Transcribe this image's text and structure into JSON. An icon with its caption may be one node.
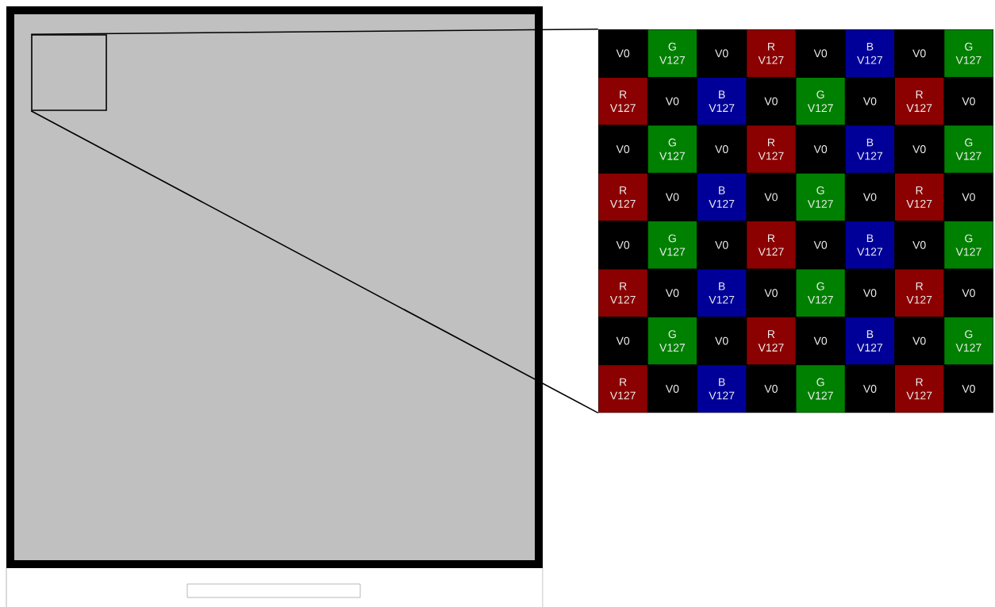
{
  "diagram": {
    "nodes": [
      {
        "text": [],
        "shape": "box"
      },
      {
        "text": [],
        "shape": "box",
        "in": 0
      },
      {
        "text": [],
        "shape": "box"
      },
      {
        "text": [
          "V0"
        ],
        "in": 2
      },
      {
        "text": [
          "G",
          "V127"
        ],
        "in": 2
      },
      {
        "text": [
          "V0"
        ],
        "in": 2
      },
      {
        "text": [
          "R",
          "V127"
        ],
        "in": 2
      },
      {
        "text": [
          "V0"
        ],
        "in": 2
      },
      {
        "text": [
          "B",
          "V127"
        ],
        "in": 2
      },
      {
        "text": [
          "V0"
        ],
        "in": 2
      },
      {
        "text": [
          "G",
          "V127"
        ],
        "in": 2
      },
      {
        "text": [
          "R",
          "V127"
        ],
        "in": 2
      },
      {
        "text": [
          "V0"
        ],
        "in": 2
      },
      {
        "text": [
          "B",
          "V127"
        ],
        "in": 2
      },
      {
        "text": [
          "V0"
        ],
        "in": 2
      },
      {
        "text": [
          "G",
          "V127"
        ],
        "in": 2
      },
      {
        "text": [
          "V0"
        ],
        "in": 2
      },
      {
        "text": [
          "R",
          "V127"
        ],
        "in": 2
      },
      {
        "text": [
          "V0"
        ],
        "in": 2
      },
      {
        "text": [
          "V0"
        ],
        "in": 2
      },
      {
        "text": [
          "G",
          "V127"
        ],
        "in": 2
      },
      {
        "text": [
          "V0"
        ],
        "in": 2
      },
      {
        "text": [
          "R",
          "V127"
        ],
        "in": 2
      },
      {
        "text": [
          "V0"
        ],
        "in": 2
      },
      {
        "text": [
          "B",
          "V127"
        ],
        "in": 2
      },
      {
        "text": [
          "V0"
        ],
        "in": 2
      },
      {
        "text": [
          "G",
          "V127"
        ],
        "in": 2
      },
      {
        "text": [
          "R",
          "V127"
        ],
        "in": 2
      },
      {
        "text": [
          "V0"
        ],
        "in": 2
      },
      {
        "text": [
          "B",
          "V127"
        ],
        "in": 2
      },
      {
        "text": [
          "V0"
        ],
        "in": 2
      },
      {
        "text": [
          "G",
          "V127"
        ],
        "in": 2
      },
      {
        "text": [
          "V0"
        ],
        "in": 2
      },
      {
        "text": [
          "R",
          "V127"
        ],
        "in": 2
      },
      {
        "text": [
          "V0"
        ],
        "in": 2
      },
      {
        "text": [
          "V0"
        ],
        "in": 2
      },
      {
        "text": [
          "G",
          "V127"
        ],
        "in": 2
      },
      {
        "text": [
          "V0"
        ],
        "in": 2
      },
      {
        "text": [
          "R",
          "V127"
        ],
        "in": 2
      },
      {
        "text": [
          "V0"
        ],
        "in": 2
      },
      {
        "text": [
          "B",
          "V127"
        ],
        "in": 2
      },
      {
        "text": [
          "V0"
        ],
        "in": 2
      },
      {
        "text": [
          "G",
          "V127"
        ],
        "in": 2
      },
      {
        "text": [
          "R",
          "V127"
        ],
        "in": 2
      },
      {
        "text": [
          "V0"
        ],
        "in": 2
      },
      {
        "text": [
          "B",
          "V127"
        ],
        "in": 2
      },
      {
        "text": [
          "V0"
        ],
        "in": 2
      },
      {
        "text": [
          "G",
          "V127"
        ],
        "in": 2
      },
      {
        "text": [
          "V0"
        ],
        "in": 2
      },
      {
        "text": [
          "R",
          "V127"
        ],
        "in": 2
      },
      {
        "text": [
          "V0"
        ],
        "in": 2
      },
      {
        "text": [
          "V0"
        ],
        "in": 2
      },
      {
        "text": [
          "G",
          "V127"
        ],
        "in": 2
      },
      {
        "text": [
          "V0"
        ],
        "in": 2
      },
      {
        "text": [
          "R",
          "V127"
        ],
        "in": 2
      },
      {
        "text": [
          "V0"
        ],
        "in": 2
      },
      {
        "text": [
          "B",
          "V127"
        ],
        "in": 2
      },
      {
        "text": [
          "V0"
        ],
        "in": 2
      },
      {
        "text": [
          "G",
          "V127"
        ],
        "in": 2
      },
      {
        "text": [
          "R",
          "V127"
        ],
        "in": 2
      },
      {
        "text": [
          "V0"
        ],
        "in": 2
      },
      {
        "text": [
          "B",
          "V127"
        ],
        "in": 2
      },
      {
        "text": [
          "V0"
        ],
        "in": 2
      },
      {
        "text": [
          "G",
          "V127"
        ],
        "in": 2
      },
      {
        "text": [
          "V0"
        ],
        "in": 2
      },
      {
        "text": [
          "R",
          "V127"
        ],
        "in": 2
      },
      {
        "text": [
          "V0"
        ],
        "in": 2
      }
    ],
    "edges": [
      {
        "from": 1,
        "to": 2,
        "arrow": "none"
      },
      {
        "from": 1,
        "to": 2,
        "arrow": "none"
      }
    ]
  }
}
